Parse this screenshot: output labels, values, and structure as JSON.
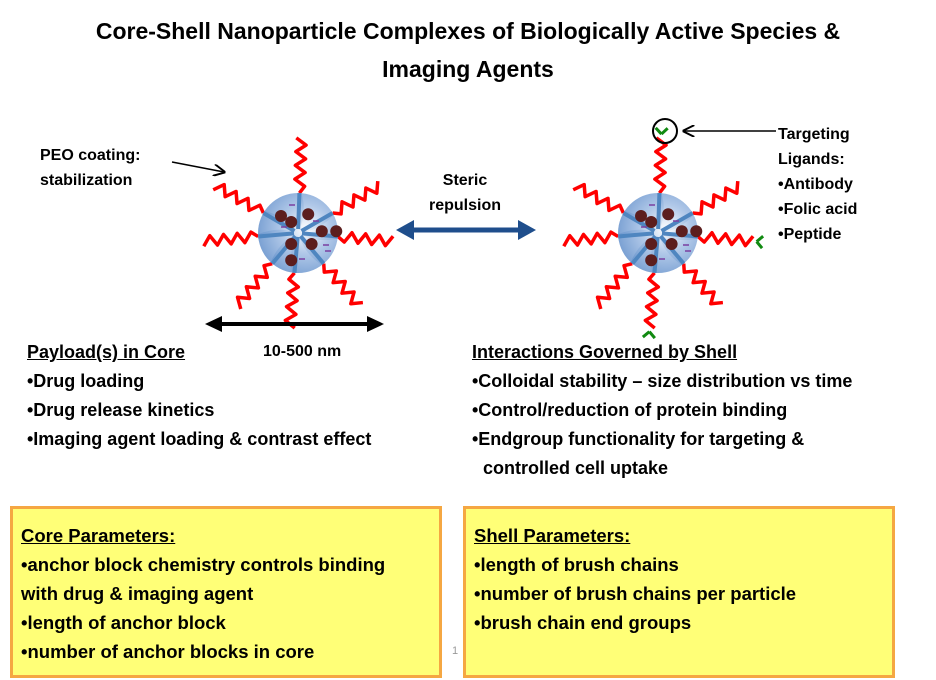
{
  "title": {
    "line1": "Core-Shell Nanoparticle Complexes of Biologically Active Species &",
    "line2": "Imaging Agents"
  },
  "diagram": {
    "peo_label": {
      "line1": "PEO coating:",
      "line2": "stabilization"
    },
    "steric_label": {
      "line1": "Steric",
      "line2": "repulsion"
    },
    "size_label": "10-500 nm",
    "targeting": {
      "line1": "Targeting",
      "line2": "Ligands:",
      "items": [
        "•Antibody",
        "•Folic acid",
        "•Peptide"
      ]
    },
    "colors": {
      "chain": "#FF0000",
      "core": "#7FA6D6",
      "anchor": "#4F86C0",
      "payload": "#5C1E1E",
      "ligand": "#118A11",
      "arrow": "#1F4E8C"
    }
  },
  "core_section": {
    "heading": "Payload(s) in Core",
    "items": [
      "•Drug loading",
      "•Drug release kinetics",
      "•Imaging agent loading & contrast effect"
    ]
  },
  "shell_section": {
    "heading": "Interactions  Governed by Shell",
    "items": [
      "•Colloidal stability – size distribution vs time",
      "•Control/reduction of protein binding",
      "•Endgroup functionality for targeting &",
      "controlled cell uptake"
    ]
  },
  "core_params": {
    "heading": "Core Parameters:",
    "items": [
      "•anchor block chemistry controls binding",
      "with drug & imaging agent",
      "•length of anchor block",
      "•number of anchor blocks in core"
    ]
  },
  "shell_params": {
    "heading": "Shell Parameters:",
    "items": [
      "•length of brush chains",
      "•number of brush chains per particle",
      "•brush chain end groups"
    ]
  },
  "page_number": "1"
}
